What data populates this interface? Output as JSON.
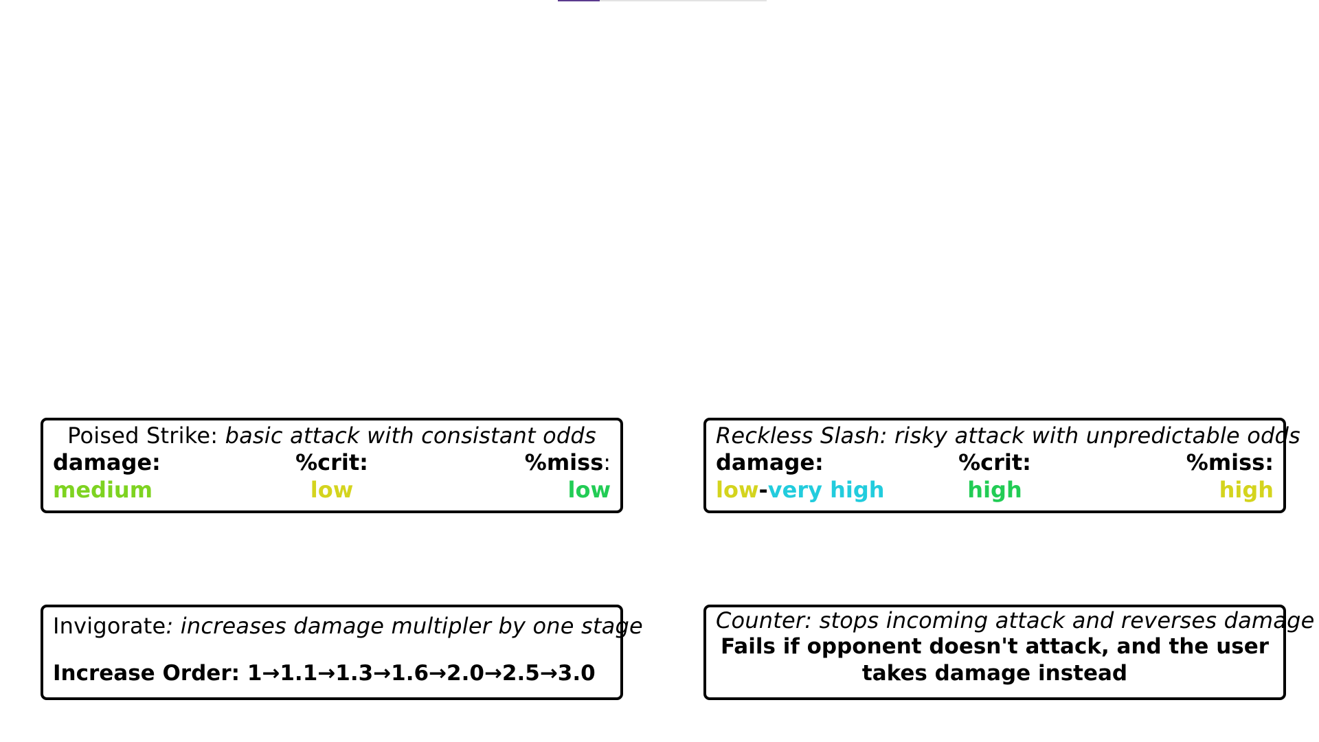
{
  "top_progress": {
    "fill_fraction": 0.2,
    "fill_color": "#5b3a8e",
    "track_color": "#e2e2e2"
  },
  "colors": {
    "medium": "#7ed321",
    "low_yellow": "#d4d41e",
    "low_green": "#22cc55",
    "very_high": "#22ccdd",
    "high_green": "#22cc55",
    "high_yellow": "#d4d41e"
  },
  "moves": {
    "poised": {
      "name": "Poised Strike:",
      "description": "basic attack with consistant odds",
      "damage_label": "damage:",
      "crit_label": "%crit:",
      "miss_label": "%miss",
      "miss_colon": ":",
      "damage_value": "medium",
      "crit_value": "low",
      "miss_value": "low"
    },
    "reckless": {
      "title": "Reckless Slash: risky attack with unpredictable odds",
      "damage_label": "damage:",
      "crit_label": "%crit:",
      "miss_label": "%miss:",
      "damage_low": "low",
      "damage_sep": "-",
      "damage_high": "very high",
      "crit_value": "high",
      "miss_value": "high"
    },
    "invigorate": {
      "name": "Invigorate",
      "description": ": increases damage multipler by one stage",
      "body": "Increase Order: 1→1.1→1.3→1.6→2.0→2.5→3.0"
    },
    "counter": {
      "title": "Counter: stops incoming attack and reverses damage",
      "body": "Fails if opponent doesn't attack, and the user takes damage instead"
    }
  }
}
